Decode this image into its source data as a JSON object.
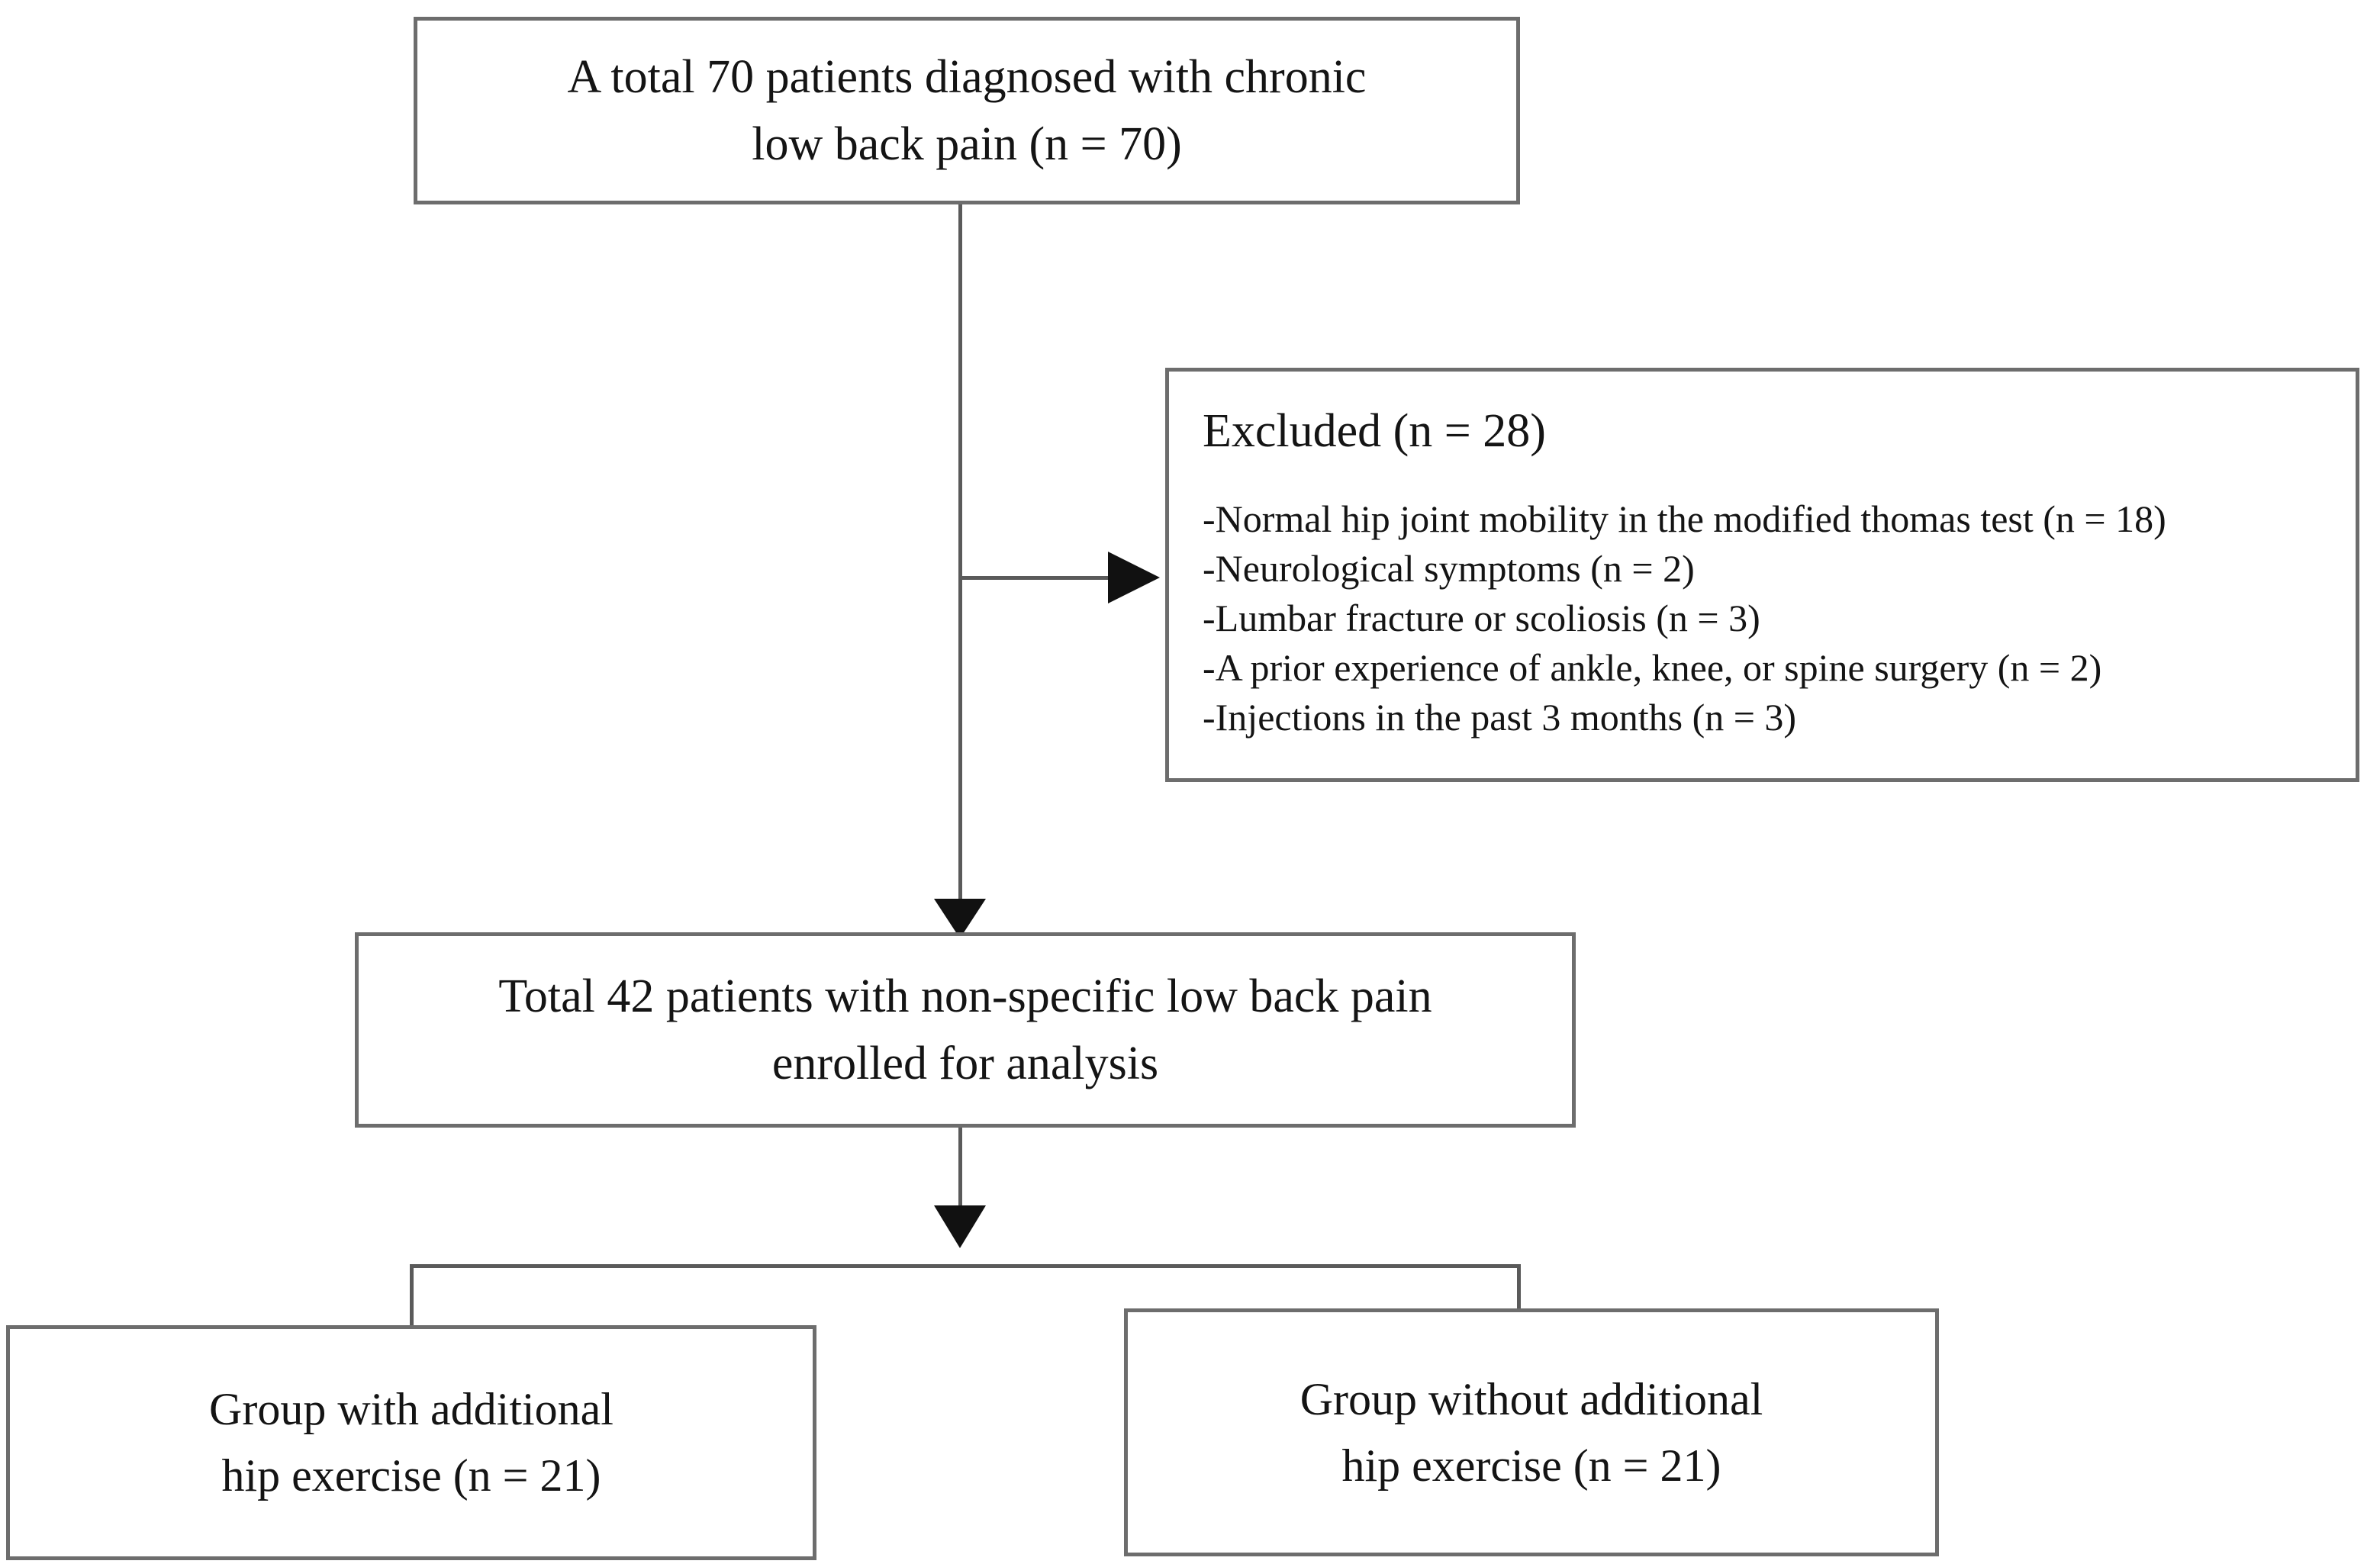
{
  "diagram": {
    "title": "Study participant flow diagram",
    "type": "flowchart",
    "colors": {
      "box_border": "#6d6d6d",
      "connector": "#5a5a5a",
      "arrowhead": "#111111",
      "text": "#141414",
      "background": "#ffffff"
    },
    "nodes": {
      "enrollment": {
        "name": "enrollment-box",
        "lines": [
          "A total 70 patients diagnosed with chronic",
          "low back pain (n = 70)"
        ],
        "total": 70
      },
      "excluded": {
        "name": "excluded-box",
        "title": "Excluded (n = 28)",
        "total": 28,
        "reasons": [
          "-Normal hip joint mobility in the modified thomas test (n = 18)",
          "-Neurological symptoms (n = 2)",
          "-Lumbar fracture or scoliosis (n = 3)",
          "-A prior experience of ankle, knee, or spine surgery (n = 2)",
          "-Injections in the past 3 months (n = 3)"
        ],
        "reason_counts": [
          18,
          2,
          3,
          2,
          3
        ]
      },
      "analysis": {
        "name": "analysis-box",
        "lines": [
          "Total 42 patients with non-specific low back pain",
          "enrolled for analysis"
        ],
        "total": 42
      },
      "group_with": {
        "name": "group-with-hip-exercise-box",
        "lines": [
          "Group with additional",
          "hip exercise (n = 21)"
        ],
        "total": 21
      },
      "group_without": {
        "name": "group-without-hip-exercise-box",
        "lines": [
          "Group without additional",
          "hip exercise (n = 21)"
        ],
        "total": 21
      }
    },
    "connectors": [
      {
        "name": "enrollment-to-analysis",
        "from": "enrollment",
        "to": "analysis",
        "style": "arrow-down"
      },
      {
        "name": "enrollment-to-excluded",
        "from": "enrollment",
        "to": "excluded",
        "style": "arrow-right"
      },
      {
        "name": "analysis-to-split",
        "from": "analysis",
        "to": "split",
        "style": "arrow-down"
      },
      {
        "name": "split-to-group-with",
        "from": "split",
        "to": "group_with",
        "style": "line"
      },
      {
        "name": "split-to-group-without",
        "from": "split",
        "to": "group_without",
        "style": "line"
      }
    ]
  }
}
